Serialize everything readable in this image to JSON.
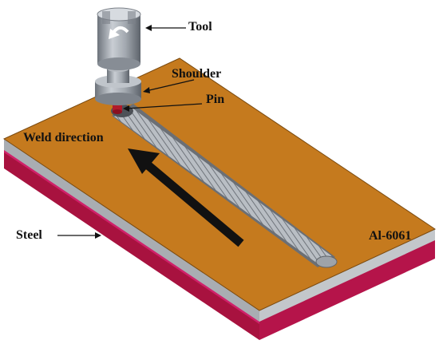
{
  "labels": {
    "tool": "Tool",
    "shoulder": "Shoulder",
    "pin": "Pin",
    "weld_direction": "Weld direction",
    "steel": "Steel",
    "aluminum": "Al-6061"
  },
  "colors": {
    "aluminum_plate": "#c57a1e",
    "steel_plate_edge": "#c8185a",
    "tool_metal": "#9aa0a8",
    "weld_seam": "#b4b9c0",
    "arrow": "#111111"
  },
  "icons": {
    "rotation": "curved-arrow-icon"
  }
}
